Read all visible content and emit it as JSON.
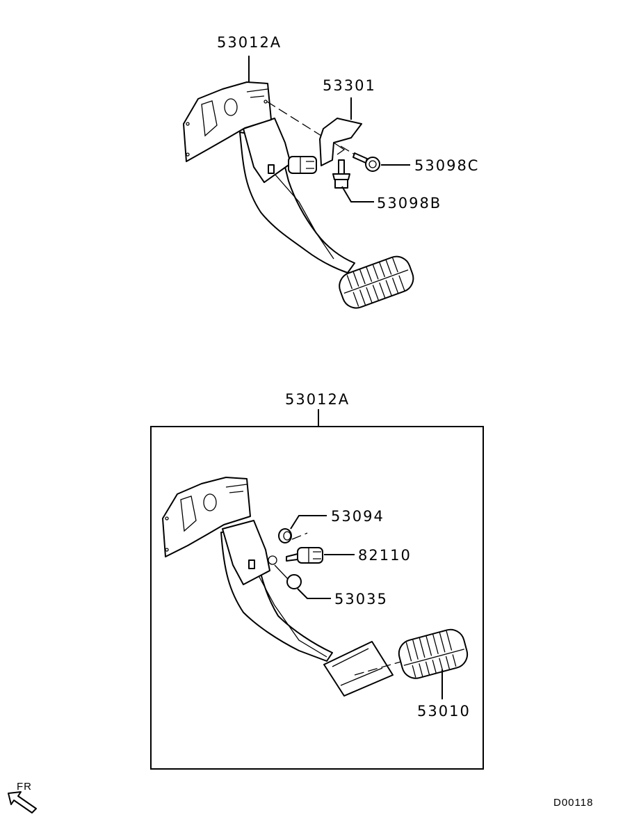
{
  "diagram": {
    "top_assembly": {
      "labels": {
        "pedal_assembly": "53012A",
        "bracket": "53301",
        "bolt_c": "53098C",
        "bolt_b": "53098B"
      }
    },
    "bottom_assembly": {
      "labels": {
        "pedal_assembly": "53012A",
        "bushing": "53094",
        "stop_lamp_switch": "82110",
        "stopper": "53035",
        "pedal_pad": "53010"
      }
    },
    "orientation": {
      "label": "FR",
      "icon": "front-arrow-icon"
    },
    "drawing_id": "D00118"
  }
}
